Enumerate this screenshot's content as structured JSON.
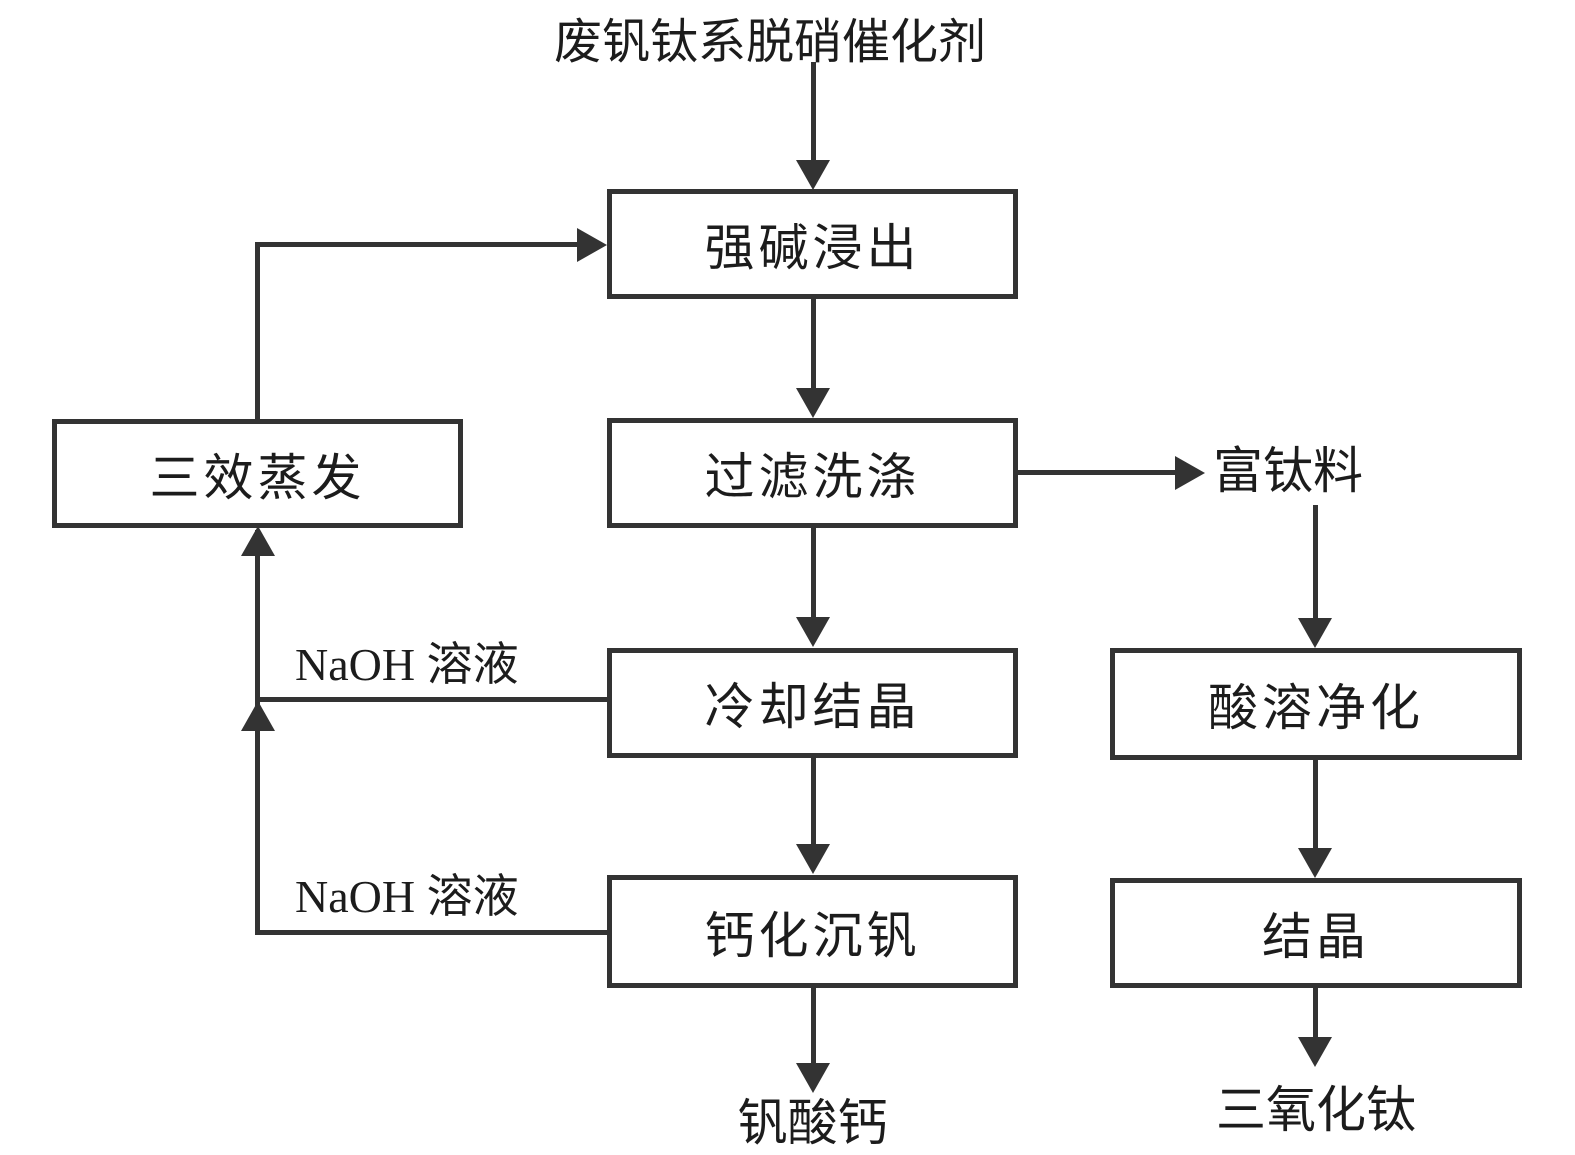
{
  "title": "废钒钛系脱硝催化剂",
  "boxes": {
    "strong_alkali_leaching": {
      "label": "强碱浸出"
    },
    "filter_washing": {
      "label": "过滤洗涤"
    },
    "cooling_crystallization": {
      "label": "冷却结晶"
    },
    "calcification_vanadium_precipitation": {
      "label": "钙化沉钒"
    },
    "triple_effect_evaporation": {
      "label": "三效蒸发"
    },
    "acid_dissolution_purification": {
      "label": "酸溶净化"
    },
    "crystallization": {
      "label": "结晶"
    }
  },
  "labels": {
    "titanium_rich_material": "富钛料",
    "naoh_solution_upper": "NaOH 溶液",
    "naoh_solution_lower": "NaOH 溶液",
    "calcium_vanadate": "钒酸钙",
    "titanium_trioxide": "三氧化钛"
  },
  "edges": [
    {
      "from": "废钒钛系脱硝催化剂",
      "to": "强碱浸出"
    },
    {
      "from": "强碱浸出",
      "to": "过滤洗涤"
    },
    {
      "from": "过滤洗涤",
      "to": "富钛料"
    },
    {
      "from": "过滤洗涤",
      "to": "冷却结晶"
    },
    {
      "from": "冷却结晶",
      "to": "钙化沉钒"
    },
    {
      "from": "钙化沉钒",
      "to": "钒酸钙"
    },
    {
      "from": "冷却结晶",
      "to": "三效蒸发",
      "label": "NaOH 溶液"
    },
    {
      "from": "钙化沉钒",
      "to": "三效蒸发",
      "label": "NaOH 溶液"
    },
    {
      "from": "三效蒸发",
      "to": "强碱浸出"
    },
    {
      "from": "富钛料",
      "to": "酸溶净化"
    },
    {
      "from": "酸溶净化",
      "to": "结晶"
    },
    {
      "from": "结晶",
      "to": "三氧化钛"
    }
  ],
  "colors": {
    "line": "#333333",
    "text": "#1c1c1c",
    "background": "#ffffff"
  }
}
